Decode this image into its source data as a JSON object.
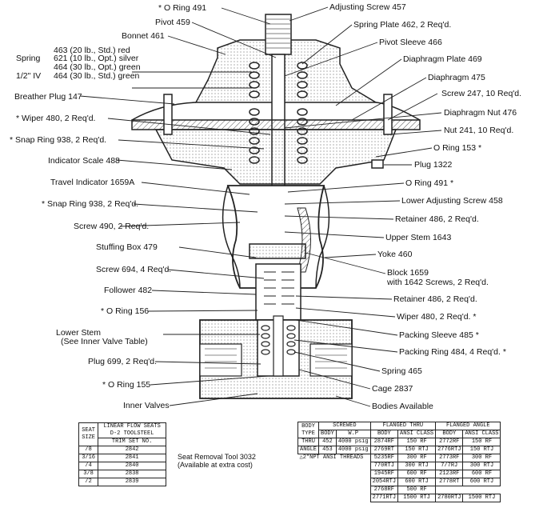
{
  "labels_left": [
    {
      "id": "o-ring-491-top",
      "text": "* O Ring 491"
    },
    {
      "id": "pivot-459",
      "text": "Pivot 459"
    },
    {
      "id": "bonnet-461",
      "text": "Bonnet 461"
    },
    {
      "id": "breather-plug-147",
      "text": "Breather Plug 147"
    },
    {
      "id": "wiper-480",
      "text": "* Wiper 480, 2 Req'd."
    },
    {
      "id": "snap-ring-938-a",
      "text": "* Snap Ring 938, 2 Req'd."
    },
    {
      "id": "indicator-scale-488",
      "text": "Indicator Scale 488"
    },
    {
      "id": "travel-indicator-1659a",
      "text": "Travel Indicator 1659A"
    },
    {
      "id": "snap-ring-938-b",
      "text": "* Snap Ring 938, 2 Req'd."
    },
    {
      "id": "screw-490",
      "text": "Screw 490, 2 Req'd."
    },
    {
      "id": "stuffing-box-479",
      "text": "Stuffing Box 479"
    },
    {
      "id": "screw-694",
      "text": "Screw 694, 4 Req'd."
    },
    {
      "id": "follower-482",
      "text": "Follower 482"
    },
    {
      "id": "o-ring-156",
      "text": "* O Ring 156"
    },
    {
      "id": "lower-stem",
      "text": "Lower Stem"
    },
    {
      "id": "lower-stem-note",
      "text": "(See Inner Valve Table)"
    },
    {
      "id": "plug-699",
      "text": "Plug 699, 2 Req'd."
    },
    {
      "id": "o-ring-155",
      "text": "* O Ring 155"
    },
    {
      "id": "inner-valves",
      "text": "Inner Valves"
    }
  ],
  "spring_block": {
    "label": "Spring",
    "label_half_iv": "1/2\" IV",
    "options": [
      "463 (20 lb., Std.) red",
      "621 (10 lb., Opt.) silver",
      "464 (30 lb., Opt.) green",
      "464 (30 lb., Std.) green"
    ]
  },
  "labels_right": [
    {
      "id": "adjusting-screw-457",
      "text": "Adjusting Screw 457"
    },
    {
      "id": "spring-plate-462",
      "text": "Spring Plate 462, 2 Req'd."
    },
    {
      "id": "pivot-sleeve-466",
      "text": "Pivot Sleeve 466"
    },
    {
      "id": "diaphragm-plate-469",
      "text": "Diaphragm Plate 469"
    },
    {
      "id": "diaphragm-475",
      "text": "Diaphragm 475"
    },
    {
      "id": "screw-247",
      "text": "Screw 247, 10 Req'd."
    },
    {
      "id": "diaphragm-nut-476",
      "text": "Diaphragm Nut 476"
    },
    {
      "id": "nut-241",
      "text": "Nut 241, 10 Req'd."
    },
    {
      "id": "o-ring-153",
      "text": "O Ring 153 *"
    },
    {
      "id": "plug-1322",
      "text": "Plug 1322"
    },
    {
      "id": "o-ring-491-right",
      "text": "O Ring 491 *"
    },
    {
      "id": "lower-adjusting-screw-458",
      "text": "Lower Adjusting Screw 458"
    },
    {
      "id": "retainer-486-a",
      "text": "Retainer 486, 2 Req'd."
    },
    {
      "id": "upper-stem-1643",
      "text": "Upper Stem 1643"
    },
    {
      "id": "yoke-460",
      "text": "Yoke 460"
    },
    {
      "id": "block-1659",
      "text": "Block 1659"
    },
    {
      "id": "block-1659-note",
      "text": "with 1642 Screws, 2 Req'd."
    },
    {
      "id": "retainer-486-b",
      "text": "Retainer 486, 2 Req'd."
    },
    {
      "id": "wiper-480-right",
      "text": "Wiper 480, 2 Req'd. *"
    },
    {
      "id": "packing-sleeve-485",
      "text": "Packing Sleeve 485 *"
    },
    {
      "id": "packing-ring-484",
      "text": "Packing Ring 484, 4 Req'd. *"
    },
    {
      "id": "spring-465",
      "text": "Spring 465"
    },
    {
      "id": "cage-2837",
      "text": "Cage 2837"
    },
    {
      "id": "bodies-available",
      "text": "Bodies Available"
    }
  ],
  "seat_table": {
    "header_left": [
      "SEAT",
      "SIZE"
    ],
    "header_right": [
      "LINEAR FLOW SEATS",
      "D-2 TOOLSTEEL",
      "TRIM SET NO."
    ],
    "rows": [
      {
        "size": "/8",
        "trim": "2842"
      },
      {
        "size": "3/16",
        "trim": "2841"
      },
      {
        "size": "/4",
        "trim": "2840"
      },
      {
        "size": "3/8",
        "trim": "2838"
      },
      {
        "size": "/2",
        "trim": "2839"
      }
    ]
  },
  "seat_tool_note": [
    "Seat Removal Tool 3032",
    "(Available at extra cost)"
  ],
  "body_table": {
    "col_body_type": [
      "BODY",
      "TYPE"
    ],
    "group_screwed": "SCREWED",
    "group_flanged_thru": "FLANGED THRU",
    "group_flanged_angle": "FLANGED ANGLE",
    "sub_body": "BODY",
    "sub_wp": "W.P",
    "sub_ansi_class": "ANSI CLASS",
    "rows": [
      {
        "type": "THRU",
        "s_body": "452",
        "s_wp": "4000 psig",
        "ft_body": "2874RF",
        "ft_cls": "150 RF",
        "fa_body": "2772RF",
        "fa_cls": "150 RF"
      },
      {
        "type": "ANGLE",
        "s_body": "453",
        "s_wp": "4000 psig",
        "ft_body": "2769RT",
        "ft_cls": "150 RTJ",
        "fa_body": "2776RTJ",
        "fa_cls": "150 RTJ"
      },
      {
        "type": "",
        "s_body": "",
        "s_wp": "",
        "ft_body": "5235RF",
        "ft_cls": "300 RF",
        "fa_body": "2773RF",
        "fa_cls": "300 RF"
      },
      {
        "type": "",
        "s_body": "",
        "s_wp": "",
        "ft_body": "770RTJ",
        "ft_cls": "300 RTJ",
        "fa_body": "7/7RJ",
        "fa_cls": "300 RTJ"
      },
      {
        "type": "",
        "s_body": "",
        "s_wp": "",
        "ft_body": "1945RF",
        "ft_cls": "600 RF",
        "fa_body": "2123RF",
        "fa_cls": "600 RF"
      },
      {
        "type": "",
        "s_body": "",
        "s_wp": "",
        "ft_body": "2054RTJ",
        "ft_cls": "600 RTJ",
        "fa_body": "2778RT",
        "fa_cls": "600 RTJ"
      },
      {
        "type": "",
        "s_body": "",
        "s_wp": "",
        "ft_body": "2768RF",
        "ft_cls": "500 RF",
        "fa_body": "",
        "fa_cls": ""
      },
      {
        "type": "",
        "s_body": "",
        "s_wp": "",
        "ft_body": "2771RTJ",
        "ft_cls": "1500 RTJ",
        "fa_body": "2780RTJ",
        "fa_cls": "1500 RTJ"
      }
    ],
    "thread_note": "△2\"NPT ANSI THREADS"
  }
}
